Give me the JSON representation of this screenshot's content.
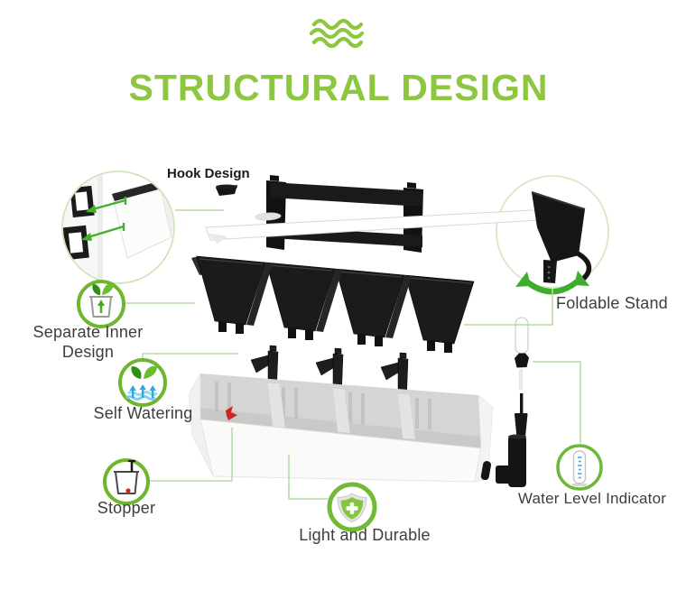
{
  "header": {
    "title": "STRUCTURAL DESIGN"
  },
  "labels": {
    "hook_design": "Hook Design",
    "separate_inner_line1": "Separate Inner",
    "separate_inner_line2": "Design",
    "self_watering": "Self Watering",
    "stopper": "Stopper",
    "foldable_stand": "Foldable Stand",
    "water_level_indicator": "Water Level Indicator",
    "light_and_durable": "Light and Durable"
  },
  "icons": {
    "waves": "waves-icon",
    "hook_detail": "hook-mount-detail-icon",
    "separate_inner": "inner-pot-arrow-leaf-icon",
    "self_watering": "leaf-water-arrows-icon",
    "stopper": "pot-stopper-red-dot-icon",
    "foldable_stand": "folding-stand-rotate-arrow-icon",
    "water_level": "water-gauge-tube-icon",
    "light_and_durable": "shield-cross-icon"
  },
  "colors": {
    "title_green": "#8DC63F",
    "badge_ring_green": "#6FB52F",
    "connector_green": "#B7DCA4",
    "arrow_green": "#46AF2C",
    "water_blue": "#3FA9F5",
    "stopper_red": "#D2281E",
    "part_black": "#161616",
    "label_grey": "#3D3D3D"
  }
}
